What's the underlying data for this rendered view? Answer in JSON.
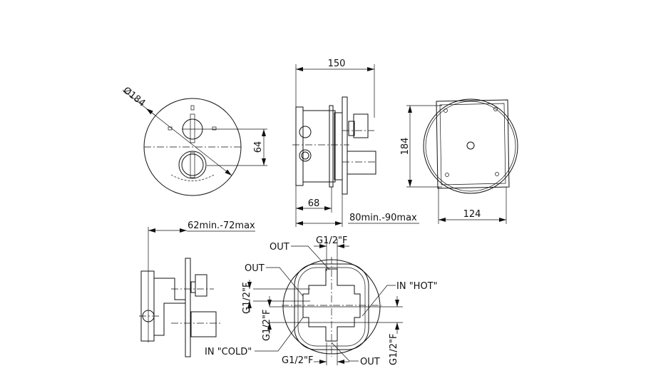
{
  "drawing": {
    "front_view": {
      "diameter_label": "Ø184",
      "spacing_label": "64"
    },
    "side_view": {
      "depth_label": "150",
      "body_label": "68",
      "adjust_label": "80min.-90max"
    },
    "back_view": {
      "height_label": "184",
      "width_label": "124"
    },
    "side_view_2": {
      "adjust_label": "62min.-72max"
    },
    "connection_view": {
      "out_top": "OUT",
      "out_left": "OUT",
      "out_bottom": "OUT",
      "in_hot": "IN \"HOT\"",
      "in_cold": "IN \"COLD\"",
      "thread_top": "G1/2\"F",
      "thread_bottom": "G1/2\"F",
      "thread_left_1": "G1/2\"F",
      "thread_left_2": "G1/2\"F",
      "thread_right": "G1/2\"F"
    }
  }
}
